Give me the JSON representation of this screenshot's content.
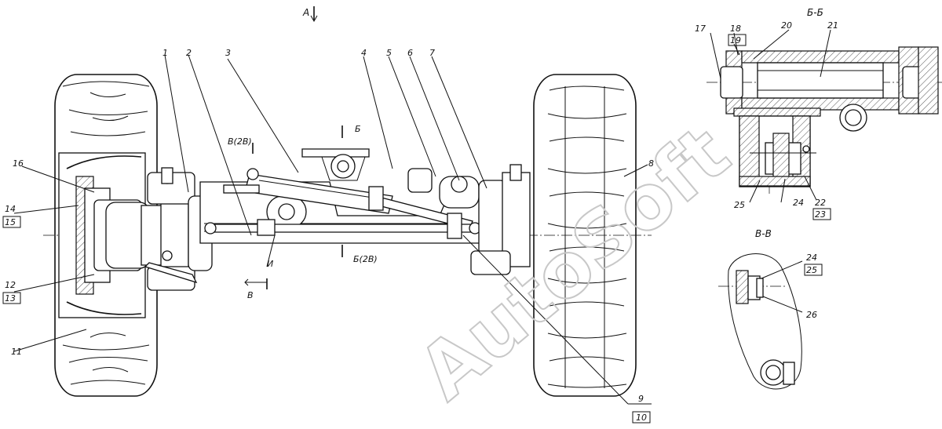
{
  "watermark": "AutoSoft",
  "view_labels": {
    "view_a": "А",
    "section_bb": "Б-Б",
    "section_vv": "В-В",
    "mark_b_top": "Б",
    "mark_b_bottom": "Б(2В)",
    "mark_v_top": "В(2В)",
    "mark_v_bottom": "В",
    "mark_i": "И"
  },
  "callouts": [
    {
      "id": "c1",
      "text": "1"
    },
    {
      "id": "c2",
      "text": "2"
    },
    {
      "id": "c3",
      "text": "3"
    },
    {
      "id": "c4",
      "text": "4"
    },
    {
      "id": "c5",
      "text": "5"
    },
    {
      "id": "c6",
      "text": "6"
    },
    {
      "id": "c7",
      "text": "7"
    },
    {
      "id": "c8",
      "text": "8"
    },
    {
      "id": "c9",
      "text": "9"
    },
    {
      "id": "c10",
      "text": "10"
    },
    {
      "id": "c11",
      "text": "11"
    },
    {
      "id": "c12",
      "text": "12"
    },
    {
      "id": "c13",
      "text": "13"
    },
    {
      "id": "c14",
      "text": "14"
    },
    {
      "id": "c15",
      "text": "15"
    },
    {
      "id": "c16",
      "text": "16"
    },
    {
      "id": "c17",
      "text": "17"
    },
    {
      "id": "c18",
      "text": "18"
    },
    {
      "id": "c19",
      "text": "19"
    },
    {
      "id": "c20",
      "text": "20"
    },
    {
      "id": "c21",
      "text": "21"
    },
    {
      "id": "c22",
      "text": "22"
    },
    {
      "id": "c23",
      "text": "23"
    },
    {
      "id": "c24",
      "text": "24"
    },
    {
      "id": "c25",
      "text": "25"
    },
    {
      "id": "c24b",
      "text": "24"
    },
    {
      "id": "c25b",
      "text": "25"
    },
    {
      "id": "c26",
      "text": "26"
    }
  ]
}
